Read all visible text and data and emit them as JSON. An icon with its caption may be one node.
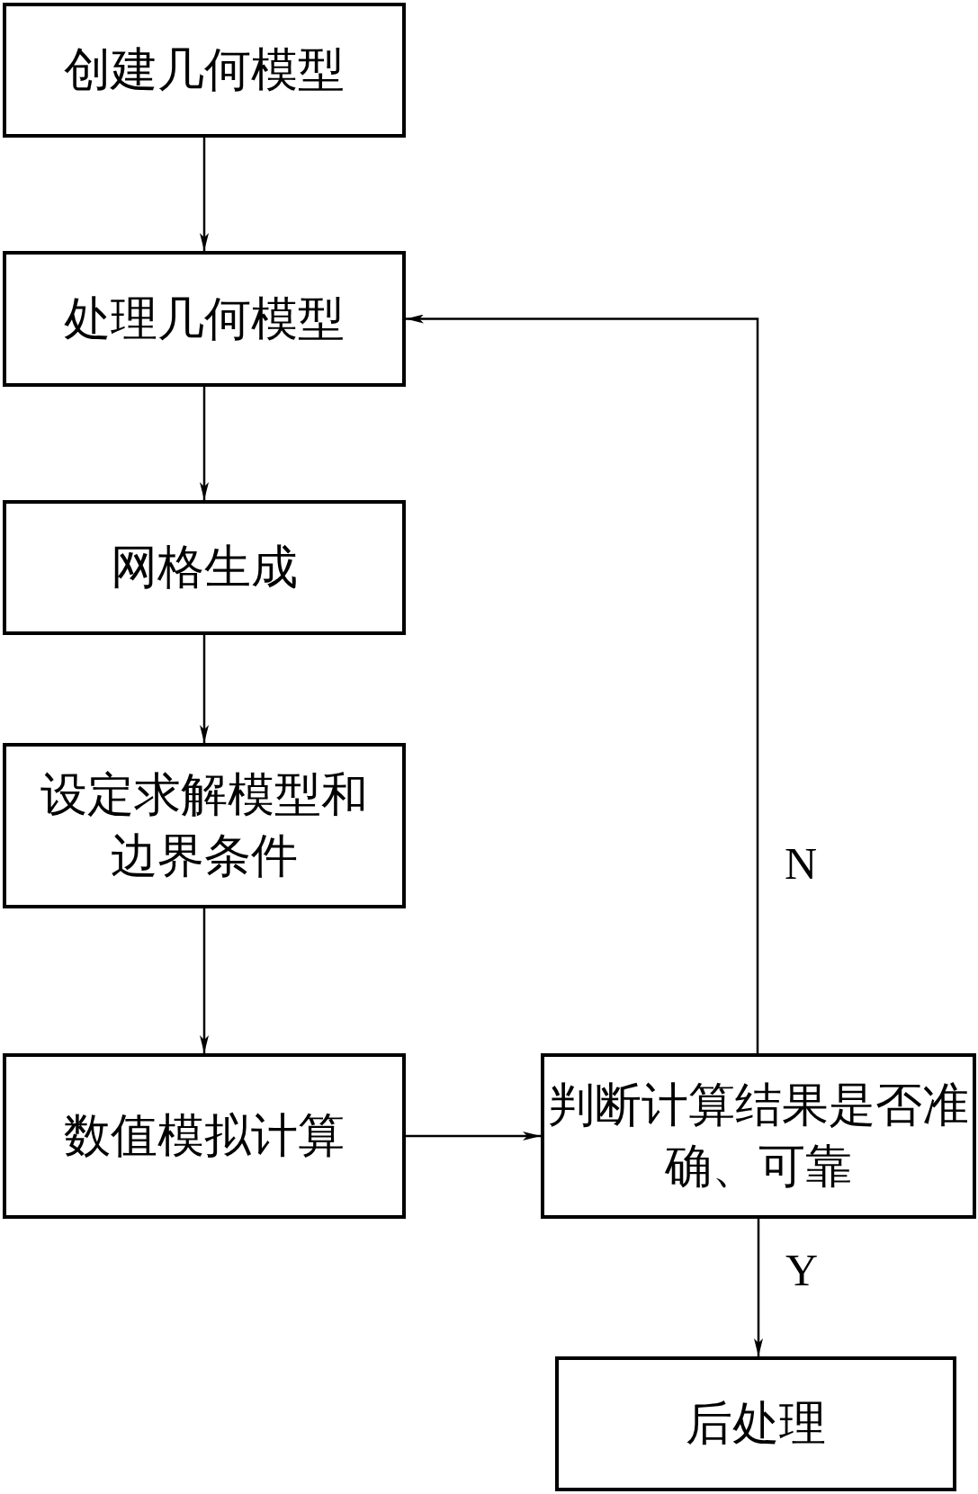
{
  "diagram": {
    "nodes": [
      {
        "text": [
          "创建几何模型"
        ]
      },
      {
        "text": [
          "处理几何模型"
        ]
      },
      {
        "text": [
          "网格生成"
        ]
      },
      {
        "text": [
          "设定求解模型和边界条件"
        ]
      },
      {
        "text": [
          "数值模拟计算"
        ]
      },
      {
        "text": [
          "判断计算结果是否准确、可靠"
        ]
      },
      {
        "text": [
          "后处理"
        ]
      }
    ],
    "edges": [
      {
        "from": 0,
        "to": 1,
        "arrow": "to"
      },
      {
        "from": 1,
        "to": 2,
        "arrow": "to"
      },
      {
        "from": 2,
        "to": 3,
        "arrow": "to"
      },
      {
        "from": 3,
        "to": 4,
        "arrow": "to"
      },
      {
        "from": 4,
        "to": 5,
        "arrow": "to"
      },
      {
        "from": 5,
        "to": 1,
        "arrow": "to",
        "label": "N"
      },
      {
        "from": 5,
        "to": 6,
        "arrow": "to",
        "label": "Y"
      }
    ]
  }
}
